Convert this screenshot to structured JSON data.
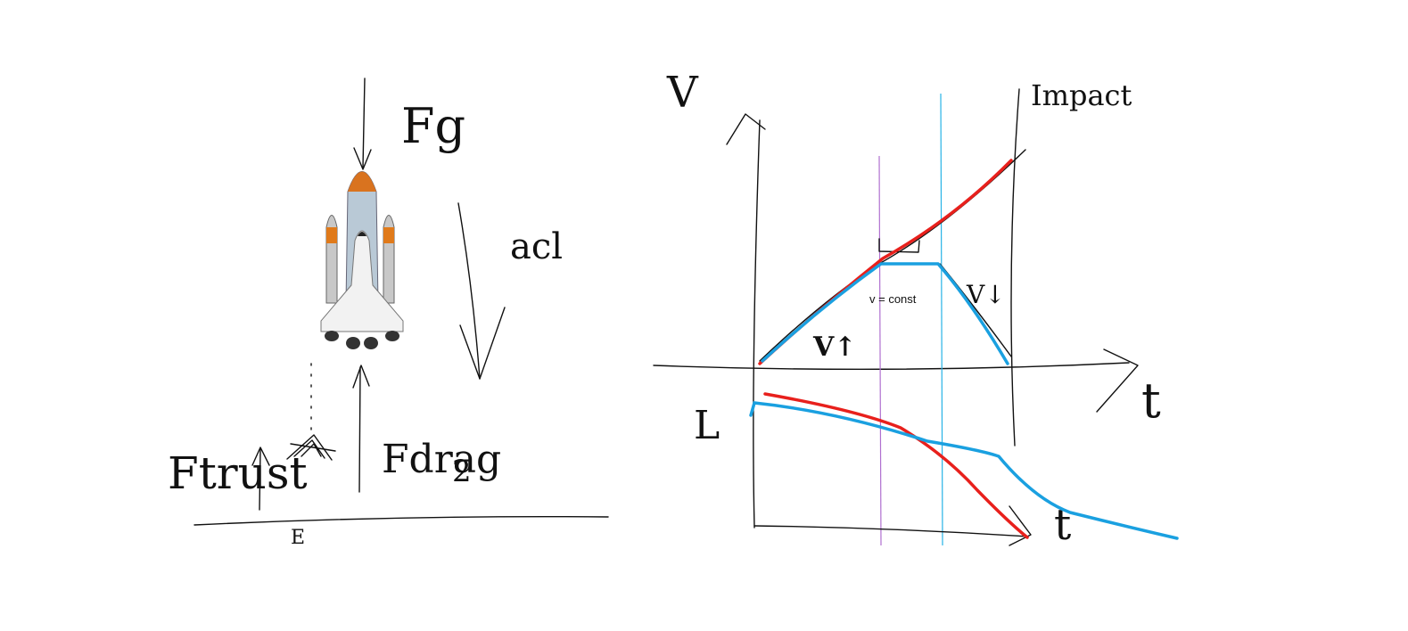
{
  "left_diagram": {
    "labels": {
      "fg": "Fg",
      "acl": "acl",
      "thrust": "Ftrust",
      "drag": "Fdrag",
      "drag_suffix": "2",
      "ground_mark": "E"
    }
  },
  "right_diagram": {
    "labels": {
      "v_axis": "V",
      "l_axis": "L",
      "t_axis_top": "t",
      "t_axis_bottom": "t",
      "impact": "Impact",
      "v_up": "V↑",
      "v_down": "V↓",
      "v_const": "v = const"
    },
    "colors": {
      "red": "#e8201c",
      "blue": "#1aa0e0",
      "purple": "#b070d0",
      "cyan": "#27b3e6"
    }
  }
}
